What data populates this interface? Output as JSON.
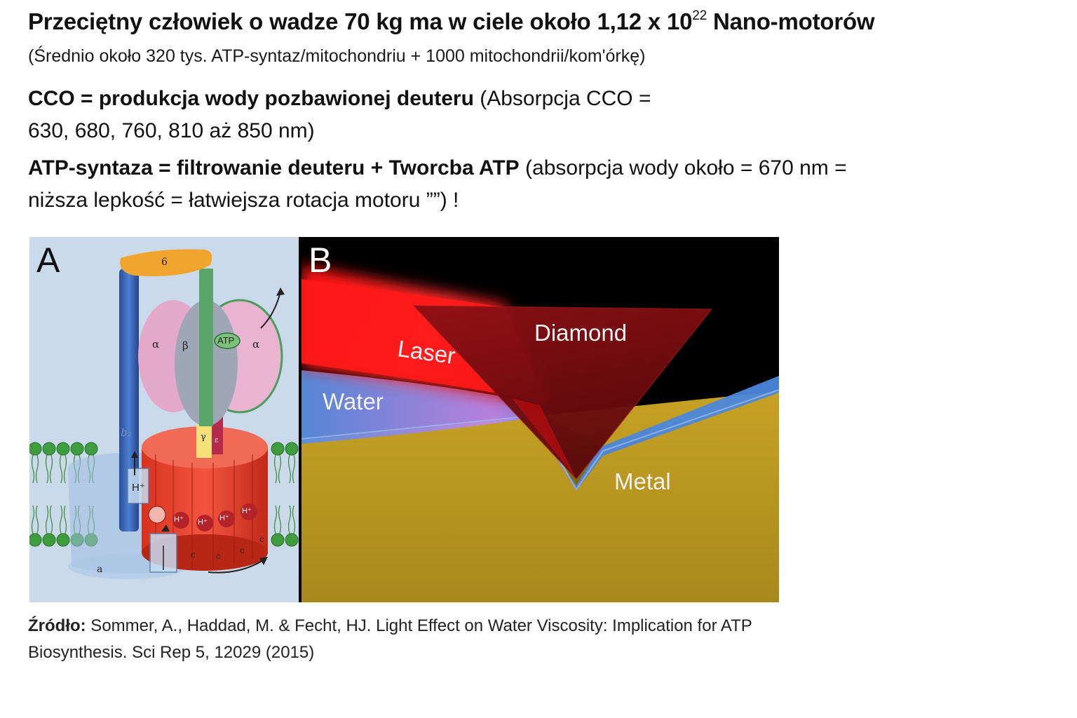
{
  "header": {
    "title_pre": "Przeciętny człowiek o wadze 70 kg ma w ciele około 1,12 x 10",
    "title_sup": "22",
    "title_post": " Nano-motorów",
    "subtitle": "(Średnio około 320 tys. ATP-syntaz/mitochondriu + 1000 mitochondrii/kom'órkę)"
  },
  "cco": {
    "bold": "CCO = produkcja wody pozbawionej deuteru",
    "rest_line1": " (Absorpcja CCO =",
    "line2": "630, 680, 760, 810 aż 850 nm)"
  },
  "atp": {
    "bold": "ATP-syntaza = filtrowanie deuteru + Tworcba ATP",
    "rest_line1": " (absorpcja wody około = 670 nm =",
    "line2": "niższa lepkość = łatwiejsza rotacja motoru ””) !"
  },
  "figure": {
    "panel_a": {
      "letter": "A",
      "labels": {
        "delta": "6",
        "alpha_left": "α",
        "beta": "β",
        "atp": "ATP",
        "alpha_right": "α",
        "b2": "b₂",
        "gamma": "γ",
        "epsilon": "ε",
        "h1": "H⁺",
        "h2": "H⁺",
        "h3": "H⁺",
        "h4": "H⁺",
        "h5": "H⁺",
        "a": "a",
        "c1": "c",
        "c2": "c",
        "c3": "c",
        "c4": "c"
      }
    },
    "panel_b": {
      "letter": "B",
      "labels": {
        "diamond": "Diamond",
        "laser": "Laser",
        "water": "Water",
        "metal": "Metal"
      }
    }
  },
  "source": {
    "label": "Źródło:",
    "text": " Sommer, A., Haddad, M. & Fecht, HJ. Light Effect on Water Viscosity: Implication for ATP Biosynthesis. Sci Rep 5, 12029 (2015)"
  },
  "colors": {
    "laser": "#ff1a1a",
    "diamond": "#7a0d10",
    "water": "#4f86d6",
    "metal": "#b8961f",
    "membrane_head": "#3f9d3f",
    "rotor": "#e83a2a",
    "stator": "#2e5aa8",
    "head_pink": "#e7a8cc",
    "delta": "#f1a431"
  }
}
